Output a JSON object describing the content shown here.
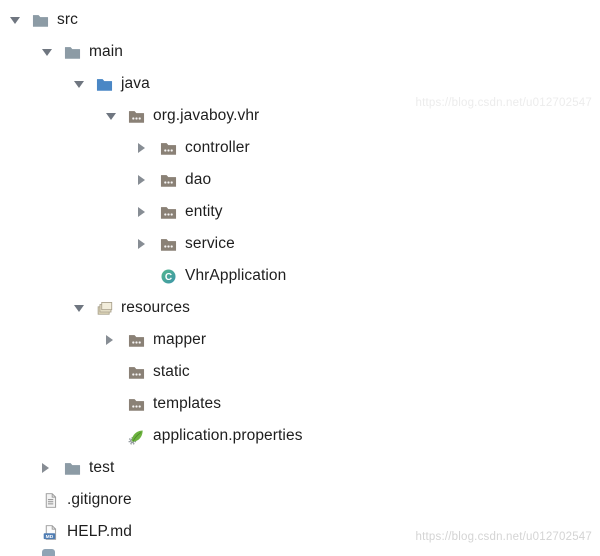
{
  "tree": {
    "items": [
      {
        "label": "src",
        "level": 0,
        "state": "expanded",
        "icon": "folder"
      },
      {
        "label": "main",
        "level": 1,
        "state": "expanded",
        "icon": "folder"
      },
      {
        "label": "java",
        "level": 2,
        "state": "expanded",
        "icon": "source-folder"
      },
      {
        "label": "org.javaboy.vhr",
        "level": 3,
        "state": "expanded",
        "icon": "package"
      },
      {
        "label": "controller",
        "level": 4,
        "state": "collapsed",
        "icon": "package"
      },
      {
        "label": "dao",
        "level": 4,
        "state": "collapsed",
        "icon": "package"
      },
      {
        "label": "entity",
        "level": 4,
        "state": "collapsed",
        "icon": "package"
      },
      {
        "label": "service",
        "level": 4,
        "state": "collapsed",
        "icon": "package"
      },
      {
        "label": "VhrApplication",
        "level": 4,
        "state": "leaf",
        "icon": "class"
      },
      {
        "label": "resources",
        "level": 2,
        "state": "expanded",
        "icon": "resources"
      },
      {
        "label": "mapper",
        "level": 3,
        "state": "collapsed",
        "icon": "package"
      },
      {
        "label": "static",
        "level": 3,
        "state": "leaf",
        "icon": "package"
      },
      {
        "label": "templates",
        "level": 3,
        "state": "leaf",
        "icon": "package"
      },
      {
        "label": "application.properties",
        "level": 3,
        "state": "leaf",
        "icon": "spring-properties"
      },
      {
        "label": "test",
        "level": 1,
        "state": "collapsed",
        "icon": "folder"
      },
      {
        "label": ".gitignore",
        "level": 0,
        "state": "leaf",
        "icon": "text-file"
      },
      {
        "label": "HELP.md",
        "level": 0,
        "state": "leaf",
        "icon": "markdown"
      }
    ]
  },
  "icons": {
    "class_letter": "C",
    "markdown_badge": "MD"
  },
  "watermark": {
    "text": "https://blog.csdn.net/u012702547"
  },
  "colors": {
    "background": "#FFFFFF",
    "label_text": "#1E1E1E",
    "chevron": "#6F7680",
    "folder": "#8C9BA5",
    "source_folder_blue": "#4A87C5",
    "package": "#8A8176",
    "resources_tan": "#E9E2CB",
    "spring_green": "#6DB33F",
    "class_teal": "#43A189",
    "markdown_badge_blue": "#4F7DB3"
  }
}
